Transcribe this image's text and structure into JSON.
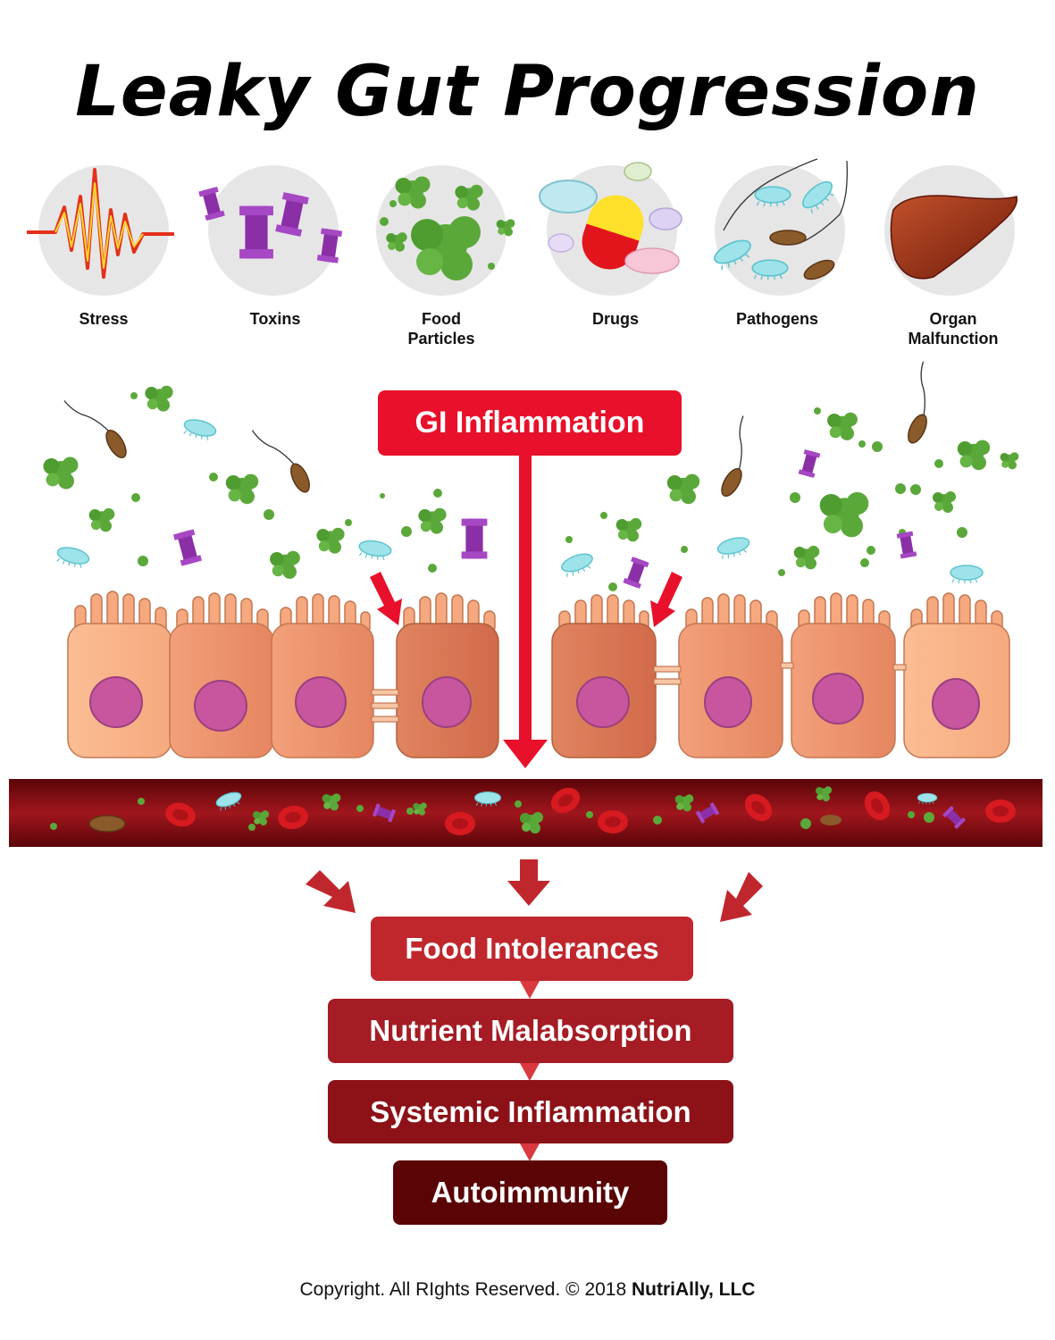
{
  "title": "Leaky Gut Progression",
  "causes": [
    {
      "label_lines": [
        "Stress"
      ],
      "icon": "stress-waveform-icon"
    },
    {
      "label_lines": [
        "Toxins"
      ],
      "icon": "toxin-molecules-icon"
    },
    {
      "label_lines": [
        "Food",
        "Particles"
      ],
      "icon": "food-particles-icon"
    },
    {
      "label_lines": [
        "Drugs"
      ],
      "icon": "pills-icon"
    },
    {
      "label_lines": [
        "Pathogens"
      ],
      "icon": "bacteria-icon"
    },
    {
      "label_lines": [
        "Organ",
        "Malfunction"
      ],
      "icon": "liver-icon"
    }
  ],
  "gi_inflammation": "GI Inflammation",
  "progression": [
    {
      "label": "Food Intolerances",
      "color": "#c0272d"
    },
    {
      "label": "Nutrient Malabsorption",
      "color": "#a51c24"
    },
    {
      "label": "Systemic Inflammation",
      "color": "#8c1218"
    },
    {
      "label": "Autoimmunity",
      "color": "#5a0406"
    }
  ],
  "copyright": {
    "text": "Copyright. All RIghts Reserved. © 2018",
    "owner": "NutriAlly, LLC"
  },
  "colors": {
    "accent_red": "#e8102a",
    "cell_light": "#f9b78e",
    "cell_dark": "#d9714f",
    "nucleus": "#c8569e",
    "blood_vessel": "#8c0f15",
    "particle_green": "#5ba83a",
    "toxin_purple": "#8a2fa6",
    "pathogen_cyan": "#9fe3ea"
  }
}
